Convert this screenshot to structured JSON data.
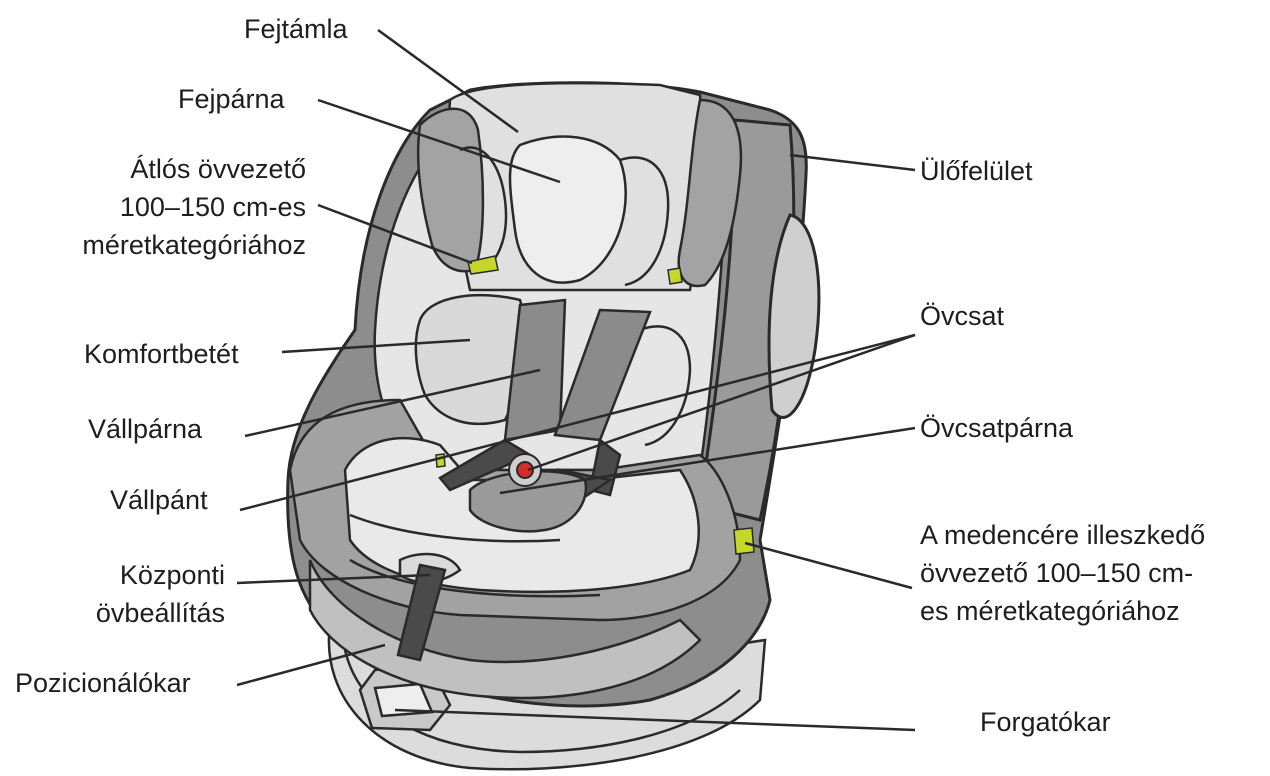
{
  "diagram": {
    "labels": {
      "fejtamla": "Fejtámla",
      "fejparna": "Fejpárna",
      "atlos_line1": "Átlós övvezető",
      "atlos_line2": "100–150 cm-es",
      "atlos_line3": "méretkategóriához",
      "komfortbetet": "Komfortbetét",
      "vallparna": "Vállpárna",
      "vallpant": "Vállpánt",
      "kozponti_line1": "Központi",
      "kozponti_line2": "övbeállítás",
      "pozicionalokar": "Pozicionálókar",
      "ulofelulet": "Ülőfelület",
      "ovcsat": "Övcsat",
      "ovcsatparna": "Övcsatpárna",
      "medence_line1": "A medencére illeszkedő",
      "medence_line2": "övvezető 100–150 cm-",
      "medence_line3": "es méretkategóriához",
      "forgatokar": "Forgatókar"
    },
    "colors": {
      "shell_dark": "#8d8d8d",
      "shell_mid": "#a9a9a9",
      "fabric_light": "#e6e6e6",
      "fabric_lighter": "#efefef",
      "outline": "#2a2a2a",
      "belt": "#4a4a4a",
      "accent_green": "#c5d82a",
      "buckle_red": "#d62c2c",
      "leader_line": "#2a2a2a"
    }
  }
}
